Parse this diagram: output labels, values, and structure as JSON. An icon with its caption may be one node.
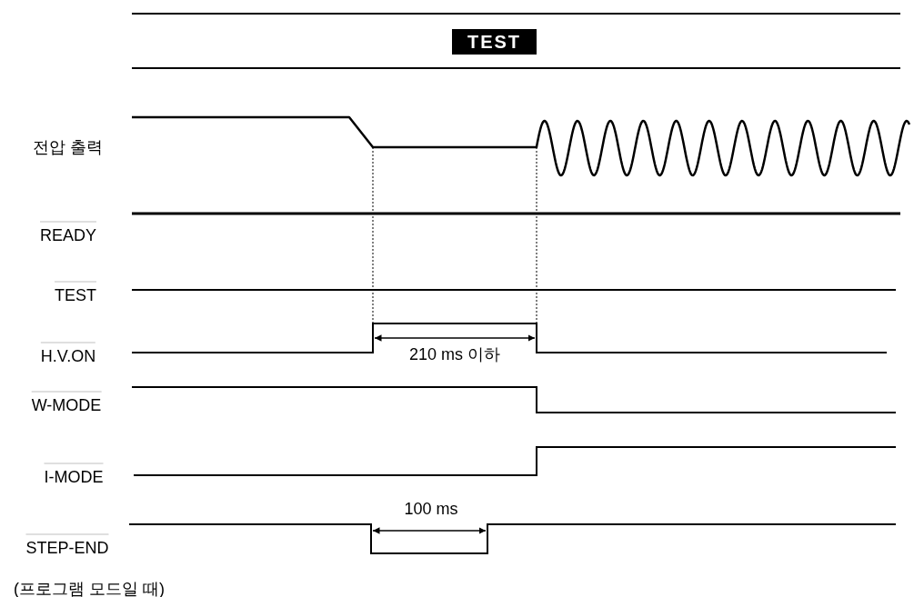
{
  "diagram": {
    "nodes": [
      {
        "text": [
          "TEST"
        ]
      }
    ],
    "labels": [
      "전압 출력",
      "READY",
      "TEST",
      "H.V.ON",
      "210 ms 이하",
      "W-MODE",
      "I-MODE",
      "100 ms",
      "STEP-END",
      "(프로그램 모드일 때)"
    ]
  }
}
